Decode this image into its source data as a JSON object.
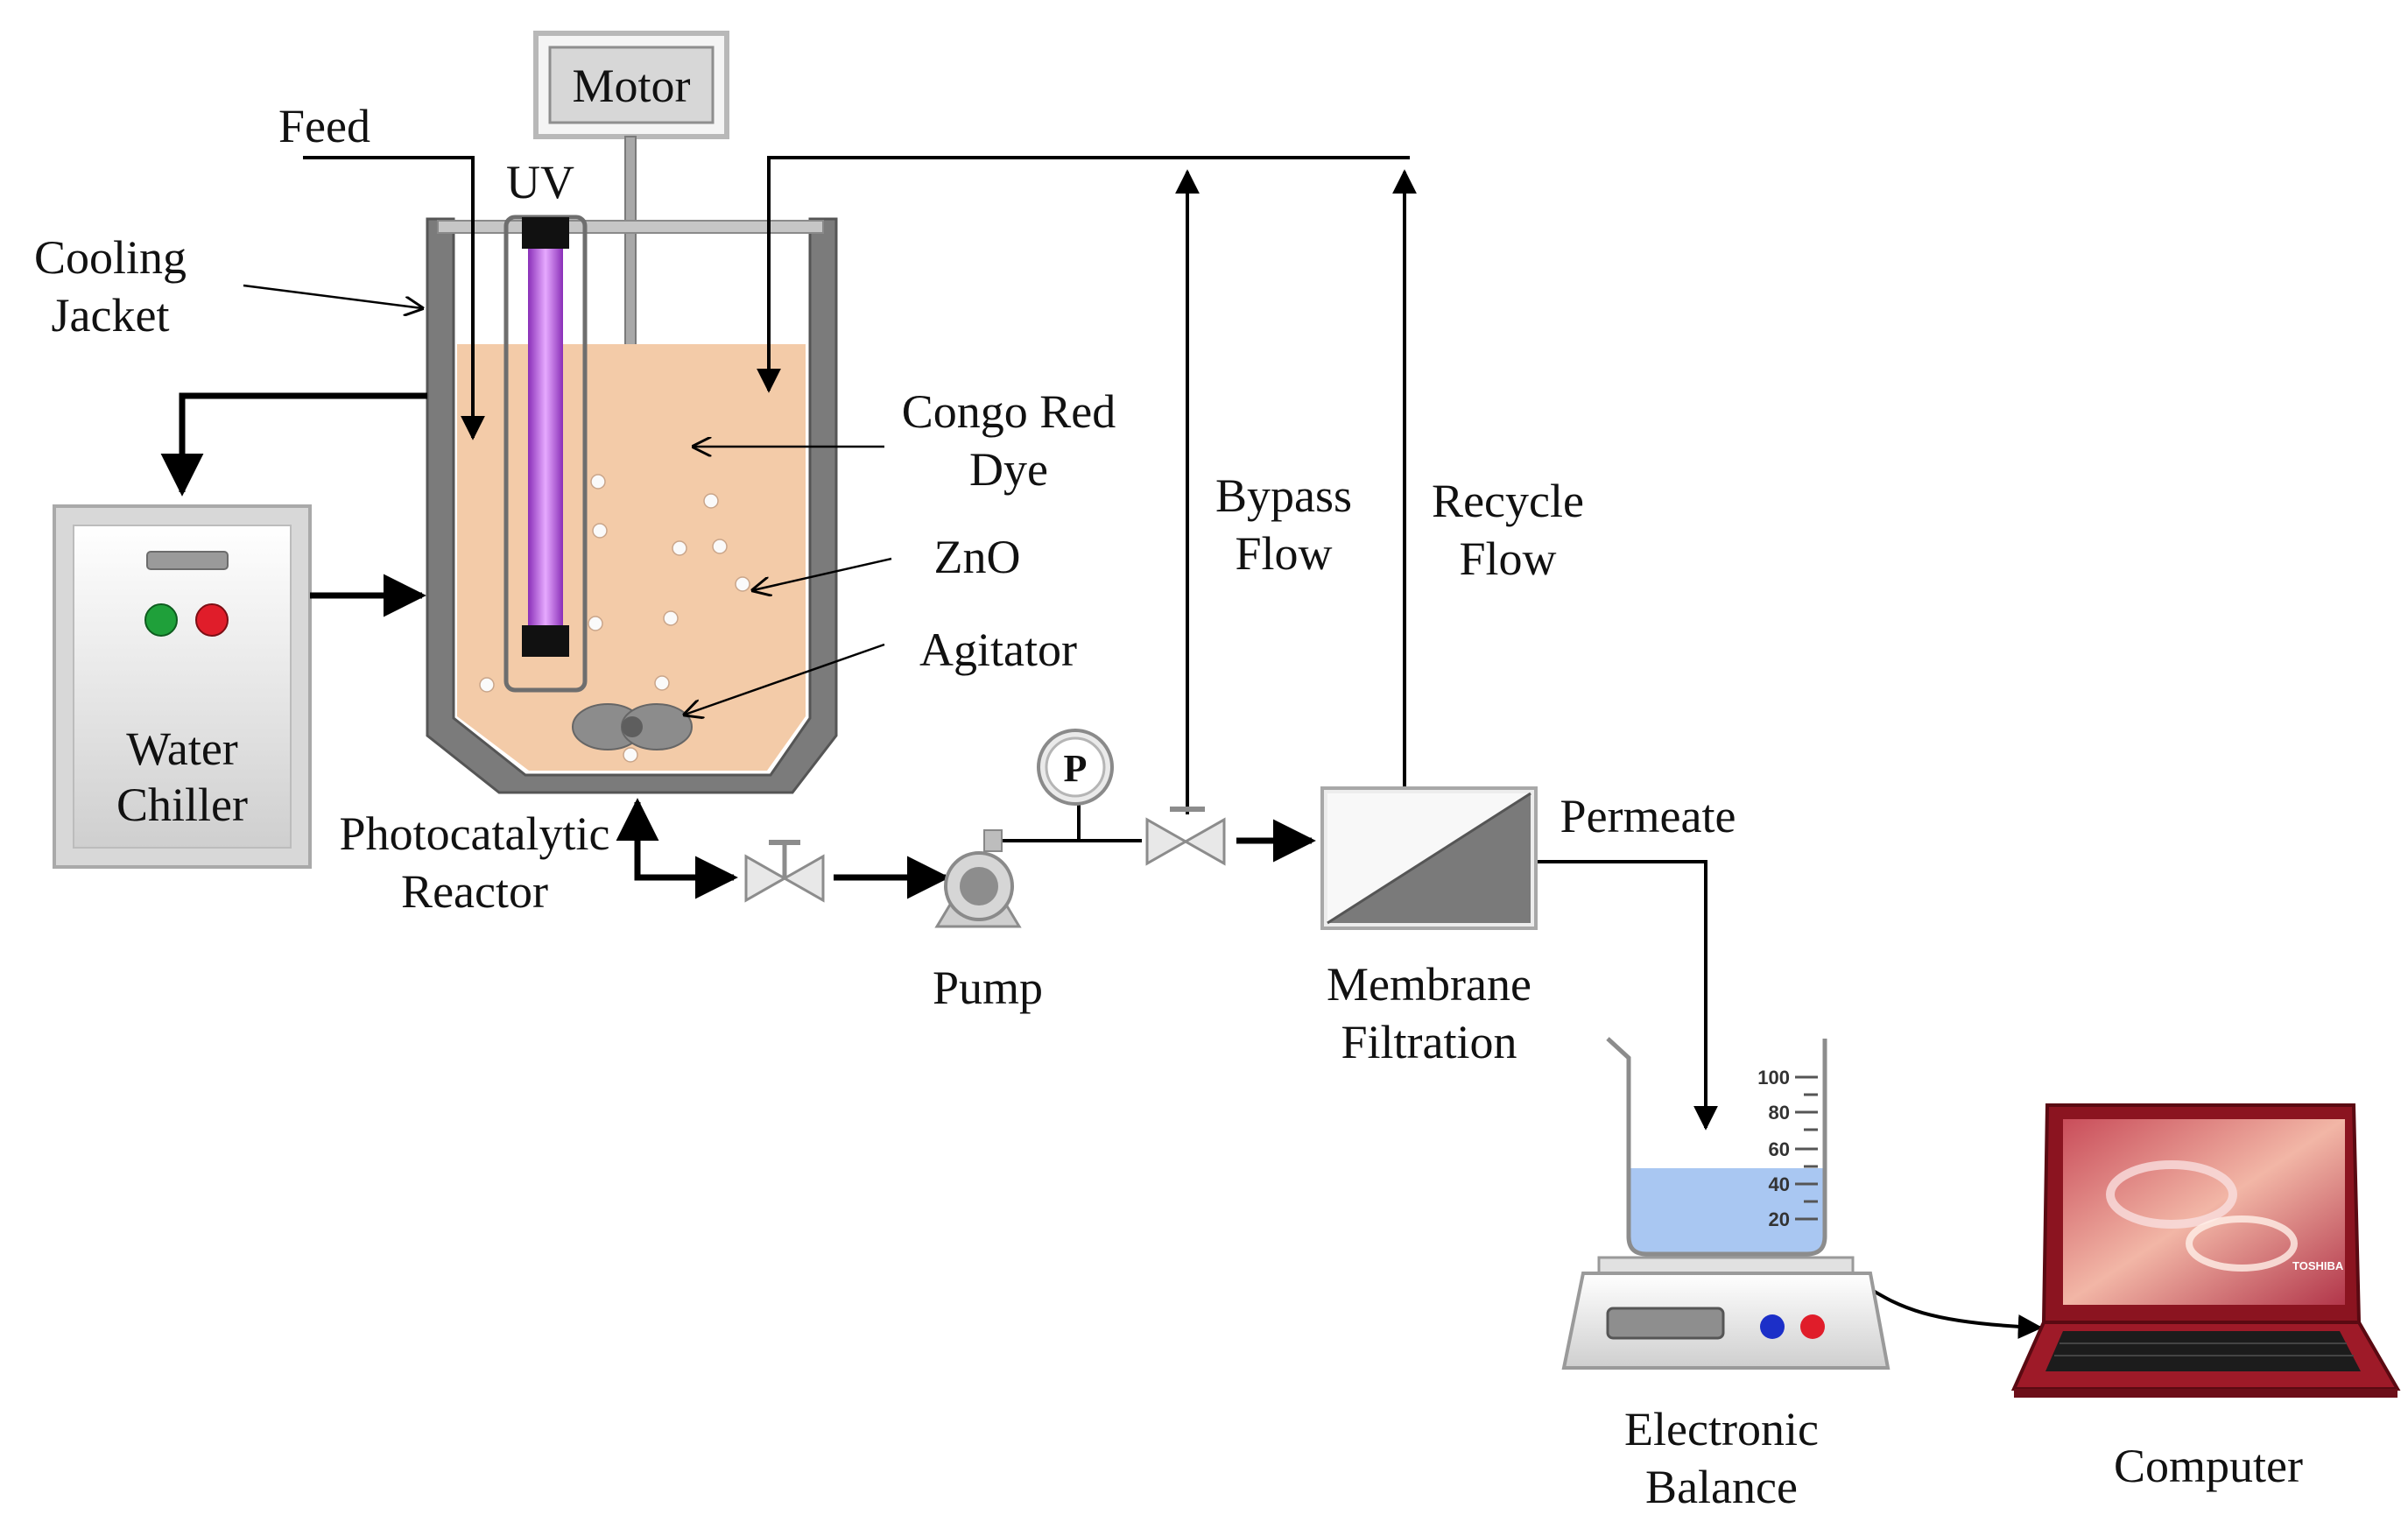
{
  "labels": {
    "motor": "Motor",
    "feed": "Feed",
    "uv": "UV",
    "cooling": "Cooling",
    "jacket": "Jacket",
    "congo_red": "Congo Red",
    "dye": "Dye",
    "zno": "ZnO",
    "agitator": "Agitator",
    "water": "Water",
    "chiller": "Chiller",
    "photocatalytic": "Photocatalytic",
    "reactor": "Reactor",
    "pump": "Pump",
    "pressure_gauge": "P",
    "bypass": "Bypass",
    "bypass_flow": "Flow",
    "recycle": "Recycle",
    "recycle_flow": "Flow",
    "permeate": "Permeate",
    "membrane": "Membrane",
    "filtration": "Filtration",
    "electronic": "Electronic",
    "balance": "Balance",
    "computer": "Computer",
    "laptop_brand": "TOSHIBA"
  },
  "beaker_scale": [
    "100",
    "80",
    "60",
    "40",
    "20"
  ],
  "colors": {
    "liquid": "#f3cba8",
    "uv_lamp": "#b44de0",
    "beaker_liquid": "#a9c7f2",
    "laptop_body": "#8b1420",
    "green_led": "#1fa03a",
    "red_led": "#e01d2a",
    "blue_led": "#1c2fc8"
  }
}
